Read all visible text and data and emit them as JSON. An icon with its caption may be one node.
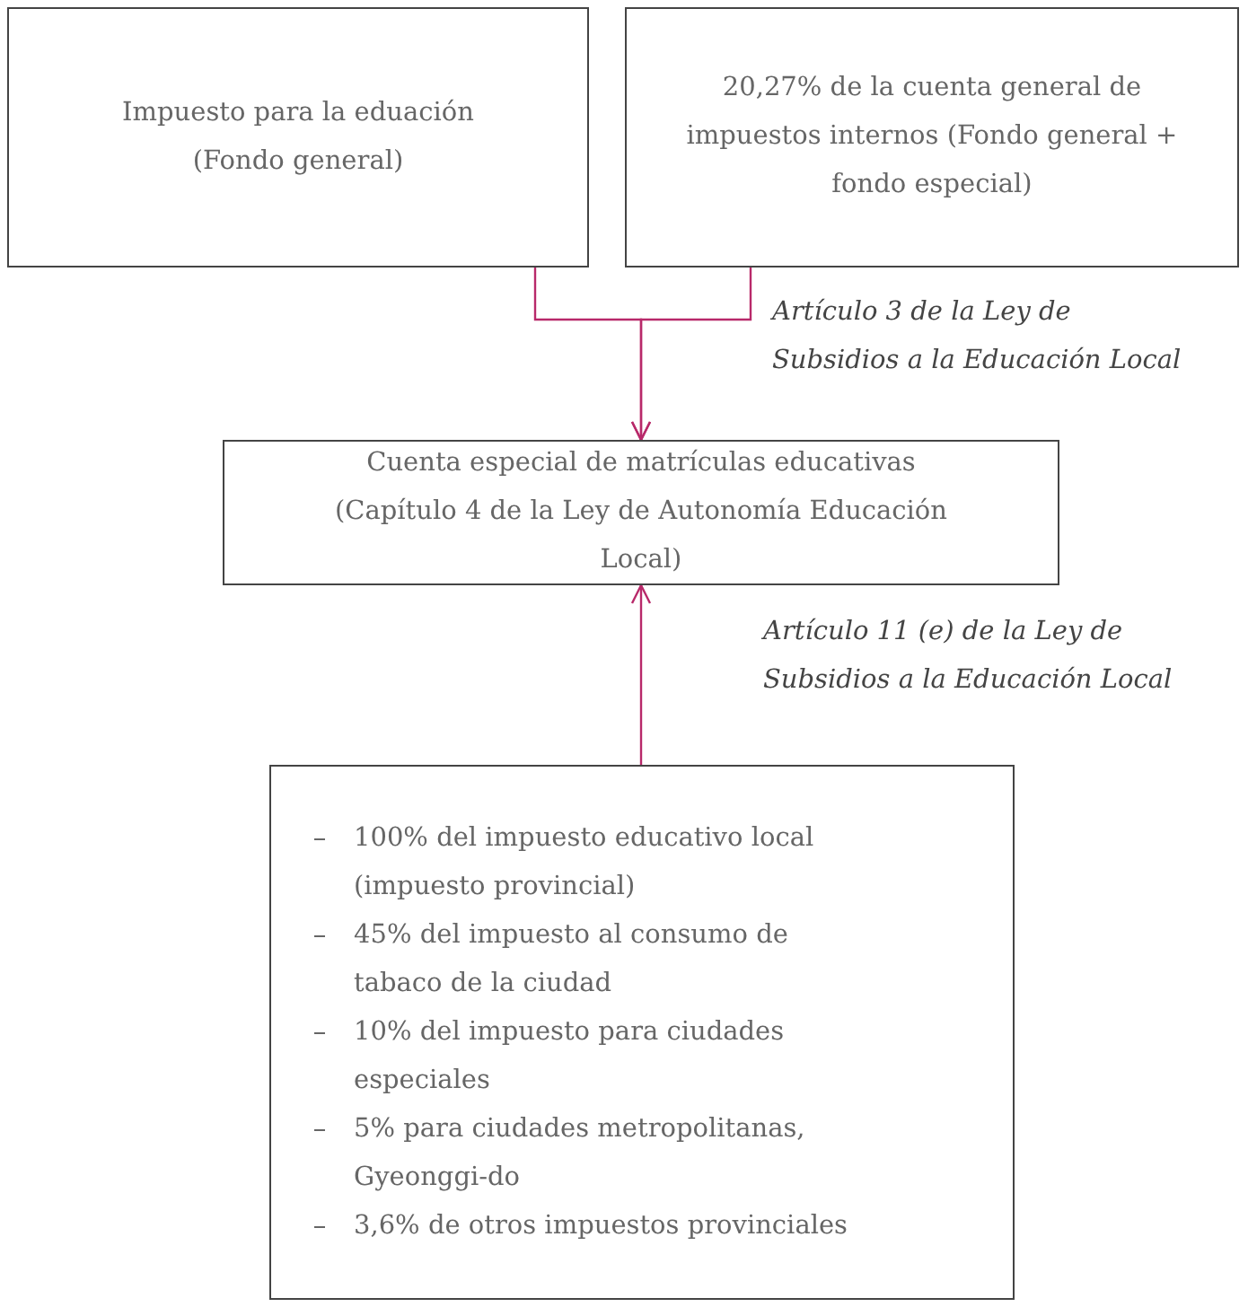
{
  "diagram": {
    "nodes": [
      {
        "text": [
          "Impuesto para la eduación (Fondo general)"
        ]
      },
      {
        "text": [
          "20,27% de la cuenta general de impuestos internos (Fondo general + fondo especial)"
        ]
      },
      {
        "text": [
          "Cuenta especial de matrículas educativas (Capítulo 4 de la Ley de Autonomía Educación Local)"
        ]
      },
      {
        "text": [
          "100% del impuesto educativo local (impuesto provincial)",
          "45% del impuesto al consumo de tabaco de la ciudad",
          "10% del impuesto para ciudades especiales",
          "5% para ciudades metropolitanas, Gyeonggi-do",
          "3,6% de otros impuestos provinciales"
        ]
      }
    ],
    "edges": [
      {
        "from": 0,
        "to": 2,
        "arrow": "to"
      },
      {
        "from": 1,
        "to": 2,
        "arrow": "to",
        "label": "Artículo 3 de la Ley de Subsidios a la Educación Local"
      },
      {
        "from": 3,
        "to": 2,
        "arrow": "to",
        "label": "Artículo 11 (e) de la Ley de Subsidios a la Educación Local"
      }
    ]
  }
}
